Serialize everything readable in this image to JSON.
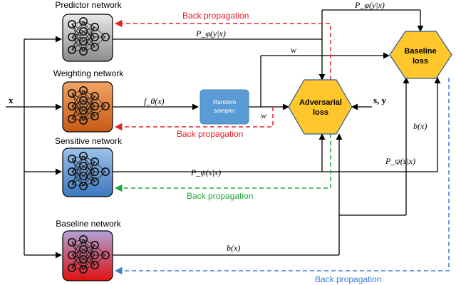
{
  "title": "",
  "input": {
    "label": "x"
  },
  "networks": [
    {
      "id": "predictor",
      "label": "Predictor network",
      "fill_top": "#e8e8e8",
      "fill_bottom": "#8c8c8c"
    },
    {
      "id": "weighting",
      "label": "Weighting network",
      "fill_top": "#f2a464",
      "fill_bottom": "#c65a14"
    },
    {
      "id": "sensitive",
      "label": "Sensitive network",
      "fill_top": "#9cc2ea",
      "fill_bottom": "#3c78be"
    },
    {
      "id": "baseline",
      "label": "Baseline network",
      "fill_top": "#b2a2d8",
      "fill_bottom": "#e01010"
    }
  ],
  "random_sampler": {
    "line1": "Random",
    "line2": "sampler",
    "color": "#5b9bd5"
  },
  "adversarial_loss": {
    "line1": "Adversarial",
    "line2": "loss",
    "color": "#ffc72c"
  },
  "baseline_loss": {
    "line1": "Baseline",
    "line2": "loss",
    "color": "#ffc72c"
  },
  "targets_label": "s, y",
  "signals": {
    "p_phi": "P_φ(y|x)",
    "p_phi_top": "P_φ(y|x)",
    "w_top": "w",
    "f_theta": "f_θ(x)",
    "w_sampler": "w",
    "b_right": "b(x)",
    "p_psi_right": "P_ψ(s|x)",
    "p_psi": "P_ψ(s|x)",
    "b_bottom": "b(x)"
  },
  "backprop": [
    {
      "text": "Back propagation",
      "color": "#e4202a"
    },
    {
      "text": "Back propagation",
      "color": "#e4202a"
    },
    {
      "text": "Back propagation",
      "color": "#22a53a"
    },
    {
      "text": "Back propagation",
      "color": "#3c7cd0"
    }
  ]
}
